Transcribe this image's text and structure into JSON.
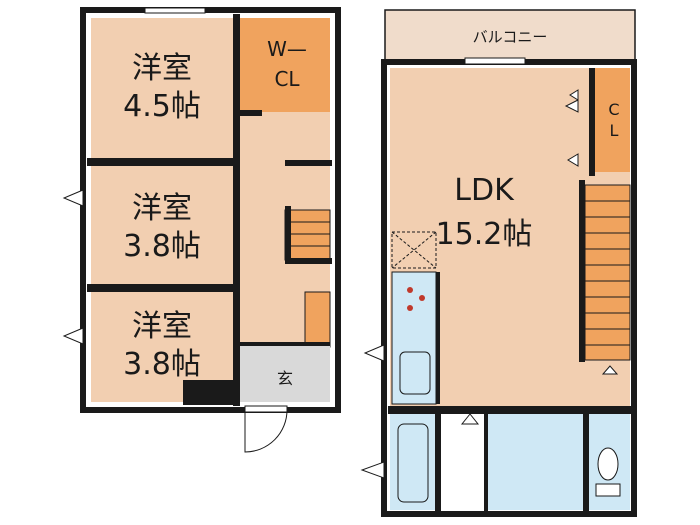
{
  "floor_left": {
    "rooms": [
      {
        "name": "洋室",
        "size": "4.5帖"
      },
      {
        "name": "洋室",
        "size": "3.8帖"
      },
      {
        "name": "洋室",
        "size": "3.8帖"
      }
    ],
    "wcl": {
      "line1": "W—",
      "line2": "CL"
    },
    "entrance": "玄"
  },
  "floor_right": {
    "balcony": "バルコニー",
    "ldk": {
      "name": "LDK",
      "size": "15.2帖"
    },
    "closet": {
      "line1": "C",
      "line2": "L"
    }
  },
  "colors": {
    "room": "#f2cfb1",
    "closet": "#f0a35e",
    "wet": "#cfe8f5",
    "balcony": "#f0dccb",
    "wall": "#1a1a1a",
    "genkan": "#d9d9d9"
  }
}
